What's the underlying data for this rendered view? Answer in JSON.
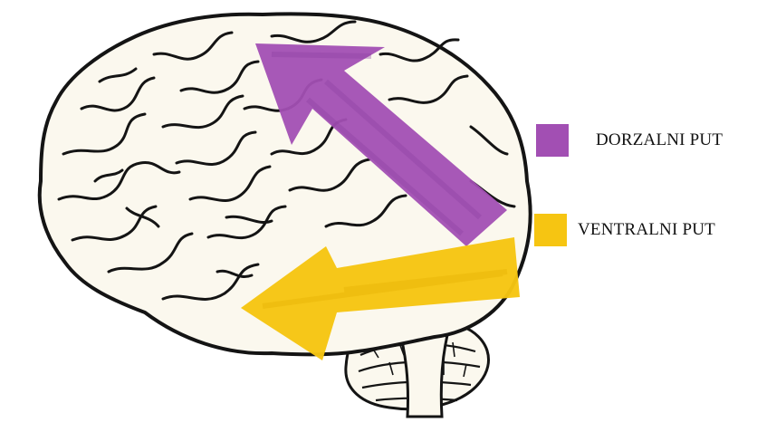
{
  "legend": {
    "dorsal_label": "DORZALNI PUT",
    "ventral_label": "VENTRALNI PUT"
  },
  "colors": {
    "dorsal": "#a24fb3",
    "ventral": "#f6c512",
    "brain_fill": "#fbf8ee",
    "outline": "#141414",
    "background": "#ffffff"
  },
  "icons": {
    "brain": "brain-illustration",
    "dorsal_arrow": "arrow-up-left",
    "ventral_arrow": "arrow-left"
  }
}
